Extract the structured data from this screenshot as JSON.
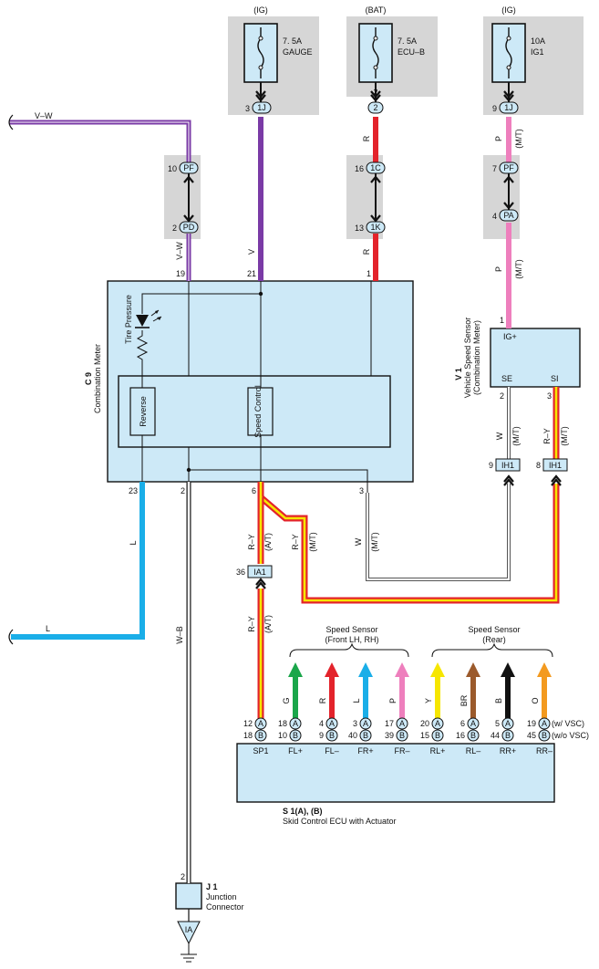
{
  "colors": {
    "violet": "#7a3aa6",
    "red": "#e3232b",
    "pink": "#ee7fbd",
    "blue": "#1aaee8",
    "yellow": "#f6e600",
    "green": "#1aa64a",
    "brown": "#9b5a2c",
    "orange": "#f39a1f",
    "black": "#111111",
    "box_fill": "#cde9f7",
    "gray_box": "#d6d6d6"
  },
  "fuses": [
    {
      "supply": "(IG)",
      "rating": "7. 5A",
      "name": "GAUGE",
      "pin": "3",
      "conn": "1J"
    },
    {
      "supply": "(BAT)",
      "rating": "7. 5A",
      "name": "ECU–B",
      "pin": "2",
      "conn": "2"
    },
    {
      "supply": "(IG)",
      "rating": "10A",
      "name": "IG1",
      "pin": "9",
      "conn": "1J"
    }
  ],
  "junctions": {
    "pf_left": {
      "pin": "10",
      "conn": "PF"
    },
    "pd_left": {
      "pin": "2",
      "conn": "PD"
    },
    "c1c": {
      "pin": "16",
      "conn": "1C"
    },
    "c1k": {
      "pin": "13",
      "conn": "1K"
    },
    "pf_right": {
      "pin": "7",
      "conn": "PF"
    },
    "pa_right": {
      "pin": "4",
      "conn": "PA"
    }
  },
  "wire_labels": {
    "vw_top": "V–W",
    "vw_vert": "V–W",
    "v": "V",
    "r1": "R",
    "r2": "R",
    "p1": "P",
    "p2": "P",
    "mt": "(M/T)",
    "at": "(A/T)",
    "l1": "L",
    "l2": "L",
    "wb": "W–B",
    "ry": "R–Y",
    "w": "W"
  },
  "combination_meter": {
    "code": "C 9",
    "name": "Combination Meter",
    "tire_pressure": "Tire Pressure",
    "reverse": "Reverse",
    "speed_control": "Speed Control",
    "pins_top": [
      "19",
      "21",
      "1"
    ],
    "pins_bottom": [
      "23",
      "2",
      "6",
      "3"
    ]
  },
  "speed_sensor": {
    "code": "V 1",
    "name": "Vehicle Speed Sensor",
    "sub": "(Combination Meter)",
    "ig": "IG+",
    "se": "SE",
    "si": "SI",
    "pin1": "1",
    "pin2": "2",
    "pin3": "3"
  },
  "ih1": [
    {
      "pin": "9",
      "conn": "IH1"
    },
    {
      "pin": "8",
      "conn": "IH1"
    }
  ],
  "ia1": {
    "pin": "36",
    "conn": "IA1"
  },
  "ecu": {
    "code": "S 1(A), (B)",
    "name": "Skid Control ECU with Actuator",
    "front_label": "Speed Sensor",
    "front_sub": "(Front LH,  RH)",
    "rear_label": "Speed Sensor",
    "rear_sub": "(Rear)",
    "w_vsc": "(w/ VSC)",
    "wo_vsc": "(w/o VSC)",
    "terminals": [
      {
        "name": "SP1",
        "a": "12",
        "b": "18",
        "wire": ""
      },
      {
        "name": "FL+",
        "a": "18",
        "b": "10",
        "wire": "G"
      },
      {
        "name": "FL–",
        "a": "4",
        "b": "9",
        "wire": "R"
      },
      {
        "name": "FR+",
        "a": "3",
        "b": "40",
        "wire": "L"
      },
      {
        "name": "FR–",
        "a": "17",
        "b": "39",
        "wire": "P"
      },
      {
        "name": "RL+",
        "a": "20",
        "b": "15",
        "wire": "Y"
      },
      {
        "name": "RL–",
        "a": "6",
        "b": "16",
        "wire": "BR"
      },
      {
        "name": "RR+",
        "a": "5",
        "b": "44",
        "wire": "B"
      },
      {
        "name": "RR–",
        "a": "19",
        "b": "45",
        "wire": "O"
      }
    ],
    "circle_a": "A",
    "circle_b": "B"
  },
  "junction_connector": {
    "code": "J 1",
    "name": "Junction",
    "name2": "Connector",
    "pin": "2"
  },
  "ground": {
    "label": "IA"
  }
}
